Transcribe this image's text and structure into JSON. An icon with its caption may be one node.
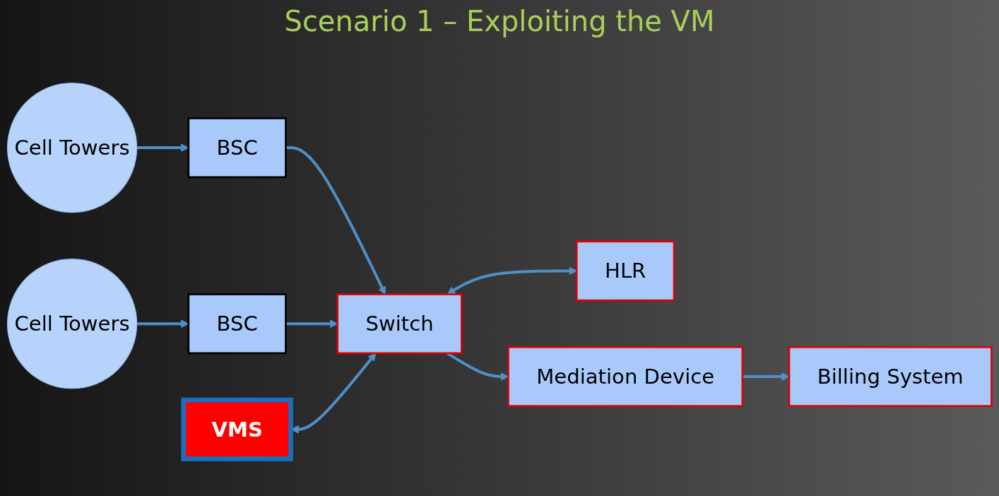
{
  "diagram": {
    "title": "Scenario 1 – Exploiting the VM",
    "nodes": [
      {
        "text": [
          "Cell Towers"
        ]
      },
      {
        "text": [
          "BSC"
        ]
      },
      {
        "text": [
          "BSC"
        ]
      },
      {
        "text": [
          "Cell Towers"
        ]
      },
      {
        "text": [
          "VMS"
        ]
      },
      {
        "text": [
          "Switch"
        ]
      },
      {
        "text": [
          "HLR"
        ]
      },
      {
        "text": [
          "Mediation Device"
        ]
      },
      {
        "text": [
          "Billing System"
        ]
      }
    ],
    "edges": [
      {
        "from": 0,
        "to": 1,
        "arrow": "to"
      },
      {
        "from": 3,
        "to": 2,
        "arrow": "to"
      },
      {
        "from": 1,
        "to": 5,
        "arrow": "to"
      },
      {
        "from": 2,
        "to": 5,
        "arrow": "to"
      },
      {
        "from": 4,
        "to": 5,
        "arrow": "both"
      },
      {
        "from": 5,
        "to": 6,
        "arrow": "both"
      },
      {
        "from": 5,
        "to": 7,
        "arrow": "to"
      },
      {
        "from": 7,
        "to": 8,
        "arrow": "to"
      }
    ]
  }
}
